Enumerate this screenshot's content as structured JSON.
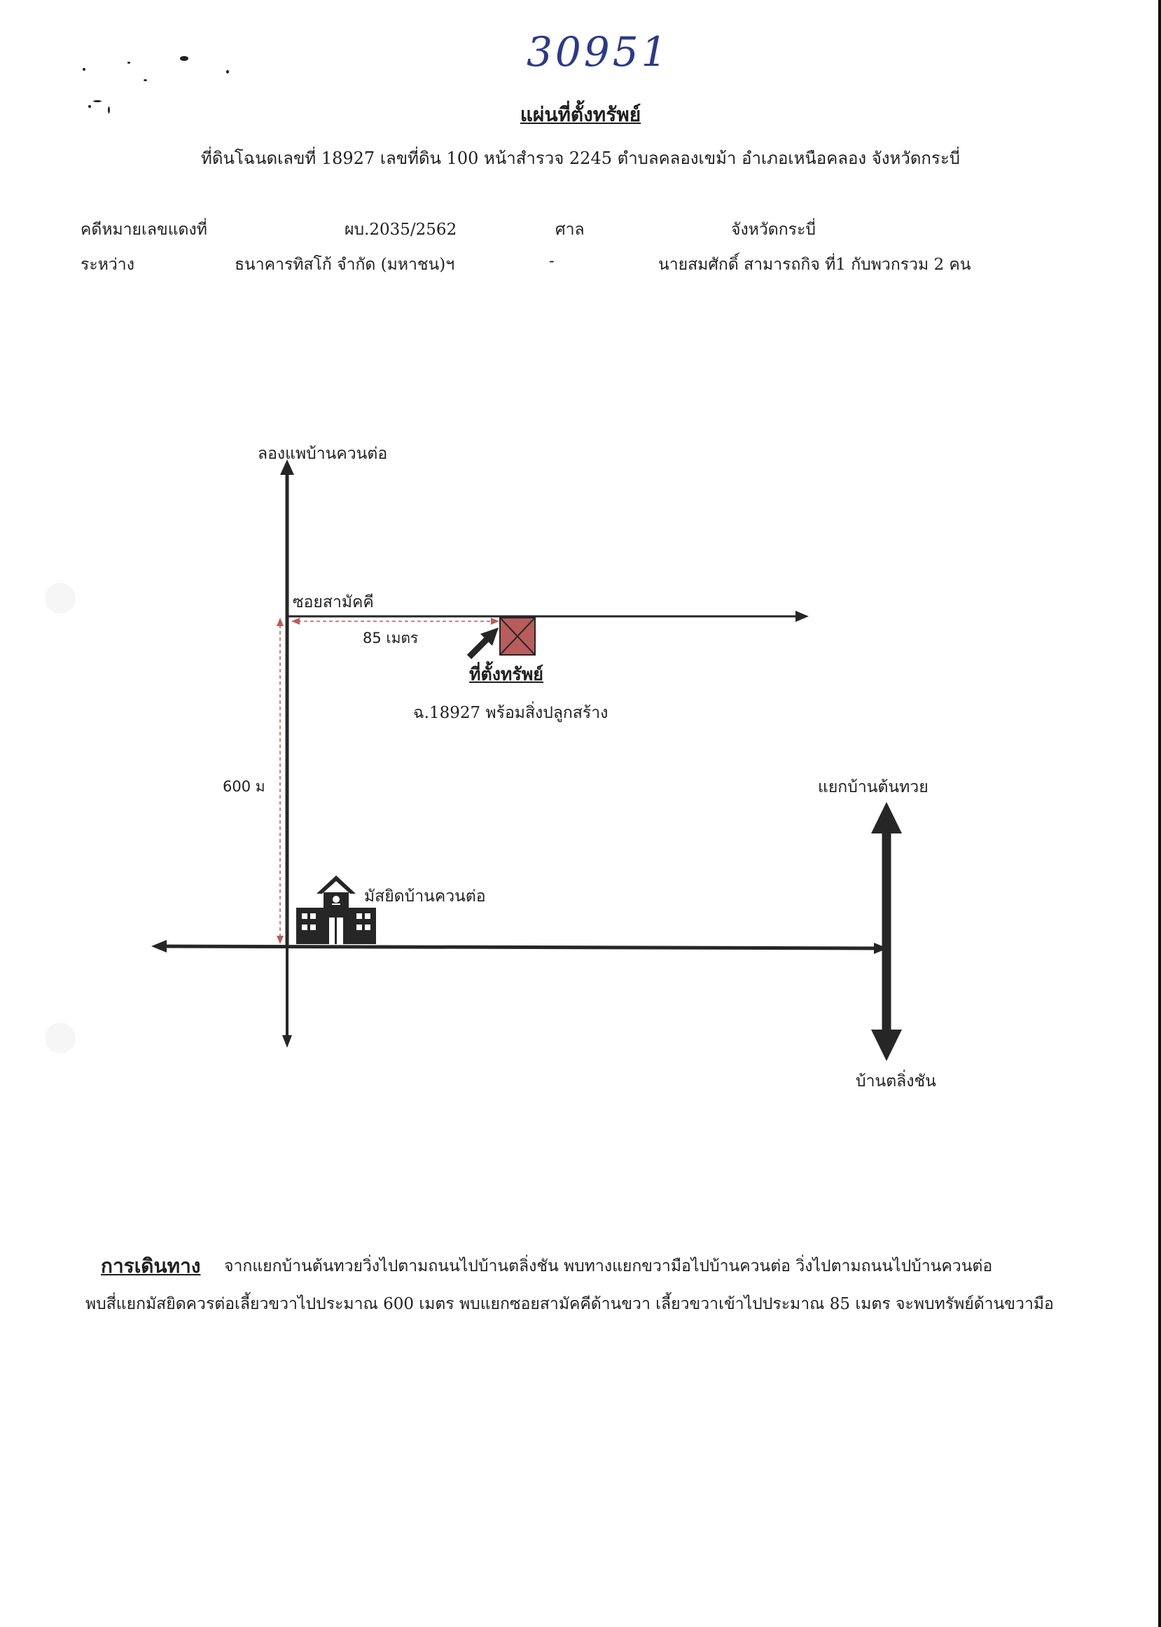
{
  "annotation": {
    "handwritten_number": "30951"
  },
  "header": {
    "title": "แผ่นที่ตั้งทรัพย์",
    "subtitle": "ที่ดินโฉนดเลขที่ 18927 เลขที่ดิน 100 หน้าสำรวจ 2245 ตำบลคลองเขม้า อำเภอเหนือคลอง จังหวัดกระบี่"
  },
  "case_info": {
    "row1": {
      "label": "คดีหมายเลขแดงที่",
      "case_number": "ผบ.2035/2562",
      "court_label": "ศาล",
      "court_value": "จังหวัดกระบี่"
    },
    "row2": {
      "label": "ระหว่าง",
      "plaintiff": "ธนาคารทิสโก้ จำกัด (มหาชน)ฯ",
      "separator": "-",
      "defendant": "นายสมศักดิ์  สามารถกิจ   ที่1 กับพวกรวม 2 คน"
    }
  },
  "map": {
    "north_label": "ลองแพบ้านควนต่อ",
    "soi_label": "ซอยสามัคคี",
    "distance_soi": "85 เมตร",
    "property_title": "ที่ตั้งทรัพย์",
    "property_desc": "ฉ.18927 พร้อมสิ่งปลูกสร้าง",
    "distance_main": "600 ม",
    "junction_label": "แยกบ้านต้นทวย",
    "landmark_label": "มัสยิดบ้านควนต่อ",
    "south_label": "บ้านตลิ่งชัน",
    "colors": {
      "road": "#262626",
      "property": "#b85c5c",
      "dimension": "#b85c5c"
    }
  },
  "travel": {
    "heading": "การเดินทาง",
    "line1": "จากแยกบ้านต้นทวยวิ่งไปตามถนนไปบ้านตลิ่งชัน พบทางแยกขวามือไปบ้านควนต่อ วิ่งไปตามถนนไปบ้านควนต่อ",
    "line2": "พบสี่แยกมัสยิดควรต่อเลี้ยวขวาไปประมาณ 600 เมตร พบแยกซอยสามัคคีด้านขวา เลี้ยวขวาเข้าไปประมาณ 85 เมตร จะพบทรัพย์ด้านขวามือ"
  }
}
